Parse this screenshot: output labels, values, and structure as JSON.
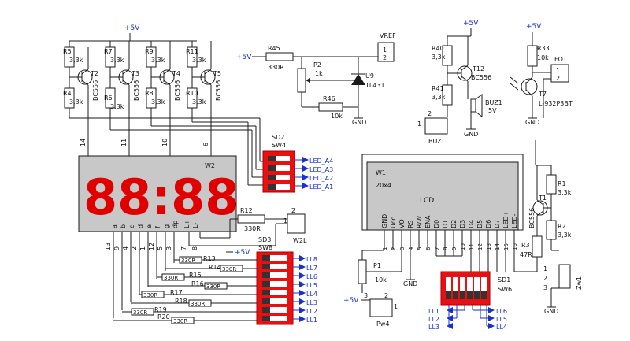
{
  "colors": {
    "wire": "#1a1a1a",
    "display_bg": "#c8c8c8",
    "segment": "#e00000",
    "dip_red": "#e81010",
    "net_label": "#1a2fd0",
    "lcd_bg": "#c8c8c8"
  },
  "power": {
    "vcc": "+5V",
    "gnd": "GND"
  },
  "transistor_stage": {
    "resistors_top": [
      "R5",
      "3,3k",
      "R7",
      "3,3k",
      "R9",
      "3,3k",
      "R11",
      "3,3k"
    ],
    "resistors_bottom": [
      "R4",
      "3,3k",
      "R6",
      "3,3k",
      "R8",
      "3,3k",
      "R10",
      "3,3k"
    ],
    "transistors": [
      "T2",
      "T3",
      "T4",
      "T5"
    ],
    "transistor_type": "BC556",
    "pin_numbers": [
      "14",
      "11",
      "10",
      "6"
    ]
  },
  "display": {
    "ref": "W2",
    "digits": "88:88",
    "pins": [
      "a",
      "b",
      "c",
      "d",
      "e",
      "f",
      "g",
      "dp",
      "L+",
      "L-"
    ],
    "bottom_pins": [
      "13",
      "9",
      "4",
      "2",
      "1",
      "12",
      "5",
      "3",
      "7",
      "8"
    ]
  },
  "sd2": {
    "ref": "SD2",
    "name": "SW4",
    "nets": [
      "LED_A4",
      "LED_A3",
      "LED_A2",
      "LED_A1"
    ]
  },
  "r12": {
    "ref": "R12",
    "value": "330R"
  },
  "w2l": {
    "ref": "W2L",
    "pins": [
      "1",
      "2"
    ]
  },
  "sd3": {
    "ref": "SD3",
    "name": "SW8",
    "nets": [
      "LL8",
      "LL7",
      "LL6",
      "LL5",
      "LL4",
      "LL3",
      "LL2",
      "LL1"
    ]
  },
  "segment_resistors": [
    {
      "ref": "R13",
      "value": "330R"
    },
    {
      "ref": "R14",
      "value": "330R"
    },
    {
      "ref": "R15",
      "value": "330R"
    },
    {
      "ref": "R16",
      "value": "330R"
    },
    {
      "ref": "R17",
      "value": "330R"
    },
    {
      "ref": "R18",
      "value": "330R"
    },
    {
      "ref": "R19",
      "value": "330R"
    },
    {
      "ref": "R20",
      "value": "330R"
    }
  ],
  "p2_stage": {
    "r45": "R45",
    "r45_val": "330R",
    "p2": "P2",
    "p2_val": "1k",
    "r46": "R46",
    "r46_val": "10k",
    "u9": "U9",
    "u9_type": "TL431",
    "vref": "VREF",
    "vref_pins": [
      "1",
      "2"
    ]
  },
  "buzzer_stage": {
    "r40": "R40",
    "r40_val": "3,3k",
    "r41": "R41",
    "r41_val": "3,3k",
    "t12": "T12",
    "t12_type": "BC556",
    "buz1": "BUZ1",
    "buz1_val": "5V",
    "buz": "BUZ",
    "buz_pins": [
      "2",
      "1"
    ]
  },
  "fot_stage": {
    "r33": "R33",
    "r33_val": "10k",
    "fot": "FOT",
    "fot_pins": [
      "1",
      "2"
    ],
    "t7": "T7",
    "t7_type": "L-932P3BT"
  },
  "lcd": {
    "ref": "W1",
    "size": "20x4",
    "title": "LCD",
    "pins": [
      "GND",
      "Ucc",
      "VO",
      "RS",
      "R/W",
      "ENA",
      "D0",
      "D1",
      "D2",
      "D3",
      "D4",
      "D5",
      "D6",
      "D7",
      "LED+",
      "LED-"
    ],
    "pin_numbers": [
      "1",
      "2",
      "3",
      "4",
      "5",
      "6",
      "7",
      "8",
      "9",
      "10",
      "11",
      "12",
      "13",
      "14",
      "15",
      "16"
    ]
  },
  "lcd_backlight": {
    "r1": "R1",
    "r1_val": "3,3k",
    "r2": "R2",
    "r2_val": "3,3k",
    "r3": "R3",
    "r3_val": "47R",
    "t1": "T1",
    "t1_type": "BC556",
    "zw1": "Zw1",
    "zw_pins": [
      "1",
      "2",
      "3"
    ]
  },
  "p1": {
    "ref": "P1",
    "value": "10k"
  },
  "pw4": {
    "ref": "Pw4",
    "pins": [
      "3",
      "2",
      "1"
    ]
  },
  "sd1": {
    "ref": "SD1",
    "name": "SW6",
    "nets_left": [
      "LL1",
      "LL2",
      "LL3"
    ],
    "nets_right": [
      "LL6",
      "LL5",
      "LL4"
    ]
  }
}
